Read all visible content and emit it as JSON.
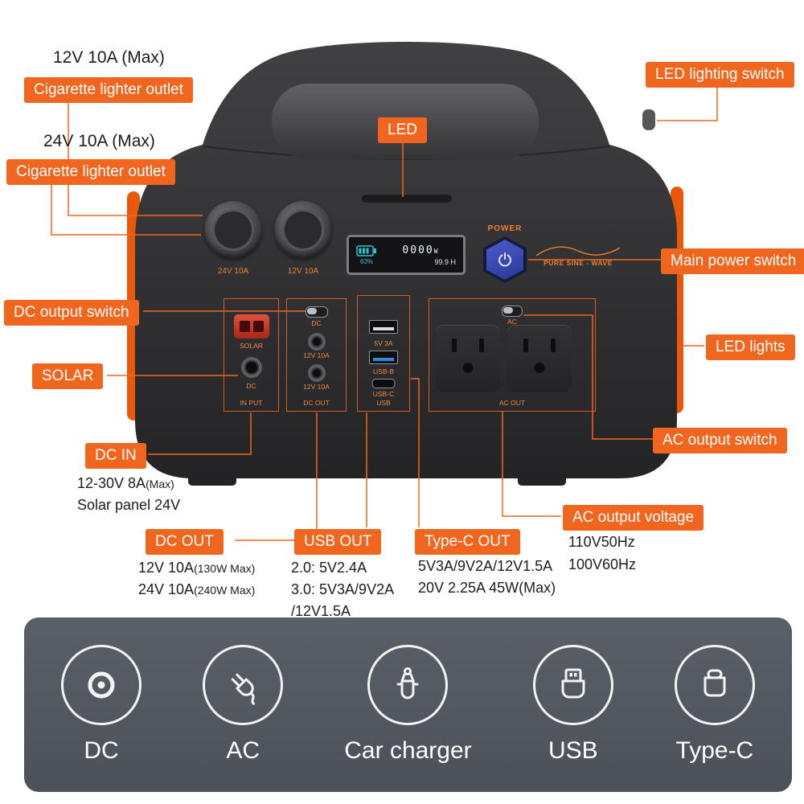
{
  "callouts": {
    "cig12_spec": "12V 10A (Max)",
    "cig12_label": "Cigarette lighter outlet",
    "cig24_spec": "24V 10A (Max)",
    "cig24_label": "Cigarette lighter outlet",
    "led": "LED",
    "led_lighting_switch": "LED lighting switch",
    "main_power_switch": "Main power switch",
    "led_lights": "LED lights",
    "ac_output_switch": "AC output switch",
    "ac_output_voltage": "AC output voltage",
    "dc_output_switch": "DC output switch",
    "solar": "SOLAR",
    "dc_in": "DC IN",
    "dc_out": "DC OUT",
    "usb_out": "USB OUT",
    "typec_out": "Type-C OUT"
  },
  "specs": {
    "ac_voltage": [
      "110V50Hz",
      "100V60Hz"
    ],
    "dc_in": [
      {
        "main": "12-30V 8A",
        "paren": "(Max)"
      },
      {
        "main": "Solar panel 24V",
        "paren": ""
      }
    ],
    "dc_out": [
      {
        "main": "12V 10A",
        "paren": "(130W Max)"
      },
      {
        "main": "24V 10A",
        "paren": "(240W Max)"
      }
    ],
    "usb_out": [
      "2.0: 5V2.4A",
      "3.0: 5V3A/9V2A",
      "/12V1.5A"
    ],
    "typec_out": [
      "5V3A/9V2A/12V1.5A",
      "20V 2.25A 45W(Max)"
    ]
  },
  "device": {
    "display": {
      "watts": "0000",
      "watts_unit": "W",
      "percent": "63%",
      "runtime": "99.9 H"
    },
    "power_label": "POWER",
    "pure_sine": "PURE SINE - WAVE",
    "panel": {
      "outlet24": "24V 10A",
      "outlet12": "12V 10A",
      "input": {
        "solar": "SOLAR",
        "dc": "DC",
        "title": "IN PUT"
      },
      "dcout": {
        "dc": "DC",
        "port1": "12V 10A",
        "port2": "12V 10A",
        "title": "DC OUT"
      },
      "usb": {
        "spec": "5V 3A",
        "usb_b": "USB-B",
        "usb_c": "USB-C",
        "title": "USB"
      },
      "ac": {
        "label": "AC",
        "title": "AC OUT"
      }
    }
  },
  "legend": {
    "items": [
      {
        "label": "DC",
        "icon": "dc-port-icon"
      },
      {
        "label": "AC",
        "icon": "ac-plug-icon"
      },
      {
        "label": "Car charger",
        "icon": "car-charger-icon"
      },
      {
        "label": "USB",
        "icon": "usb-plug-icon"
      },
      {
        "label": "Type-C",
        "icon": "type-c-plug-icon"
      }
    ]
  },
  "colors": {
    "accent_orange": "#f0661f",
    "side_accent": "#e8590c",
    "device_body": "#343437",
    "legend_bg": "#53575f",
    "display_teal": "#2cc5cf",
    "solar_red": "#c73a2c",
    "power_button_blue": "#3c4db0"
  }
}
